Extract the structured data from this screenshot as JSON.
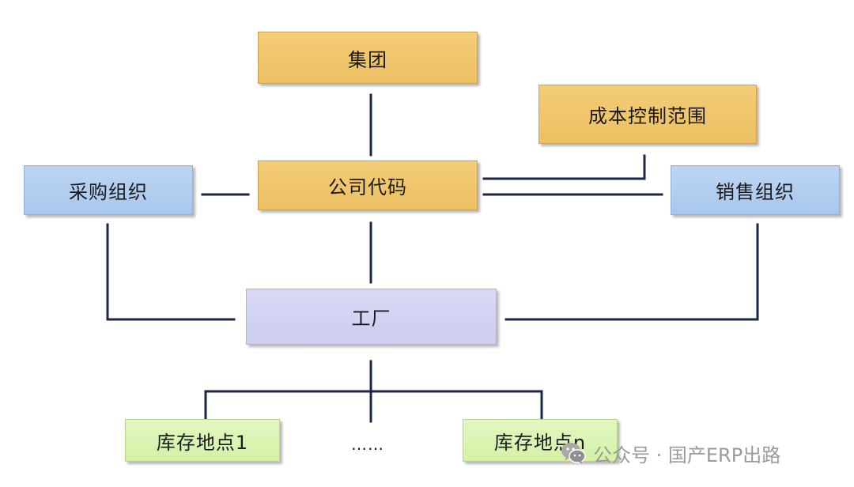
{
  "nodes": {
    "group": {
      "label": "集团"
    },
    "cost_control_area": {
      "label": "成本控制范围"
    },
    "company_code": {
      "label": "公司代码"
    },
    "purchasing_org": {
      "label": "采购组织"
    },
    "sales_org": {
      "label": "销售组织"
    },
    "plant": {
      "label": "工厂"
    },
    "storage_location_1": {
      "label": "库存地点1"
    },
    "storage_location_n": {
      "label": "库存地点n"
    }
  },
  "ellipsis": "……",
  "watermark": {
    "text": "公众号 · 国产ERP出路",
    "icon": "wechat-icon"
  },
  "colors": {
    "orange_box": "#ecc061",
    "blue_box": "#a9c7ec",
    "lavender_box": "#cdcdf1",
    "green_box": "#d4f1a7",
    "connector": "#1c2747",
    "watermark": "#9a9a9a"
  }
}
